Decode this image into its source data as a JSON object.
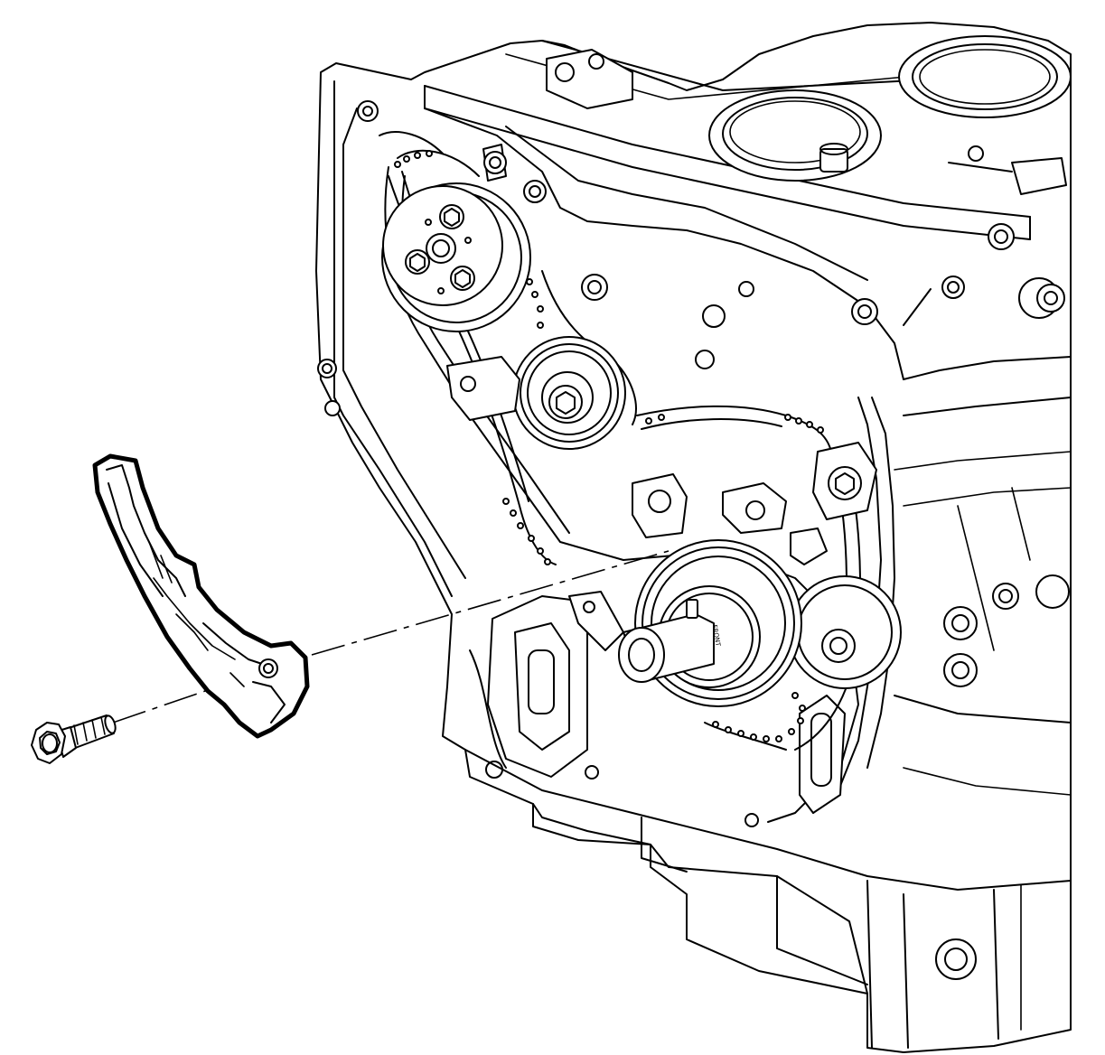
{
  "diagram": {
    "stamp_text": "FRONT",
    "components": [
      {
        "name": "engine-block",
        "icon": "engine-block-icon"
      },
      {
        "name": "timing-chain-guide",
        "icon": "chain-guide-icon",
        "highlighted": true
      },
      {
        "name": "guide-bolt",
        "icon": "bolt-icon"
      },
      {
        "name": "camshaft-sprocket",
        "icon": "sprocket-icon"
      },
      {
        "name": "balance-shaft-sprocket",
        "icon": "sprocket-icon"
      },
      {
        "name": "crankshaft-sprocket",
        "icon": "sprocket-icon"
      },
      {
        "name": "timing-chain",
        "icon": "chain-icon"
      }
    ],
    "colors": {
      "line": "#000000",
      "background": "#ffffff"
    }
  }
}
